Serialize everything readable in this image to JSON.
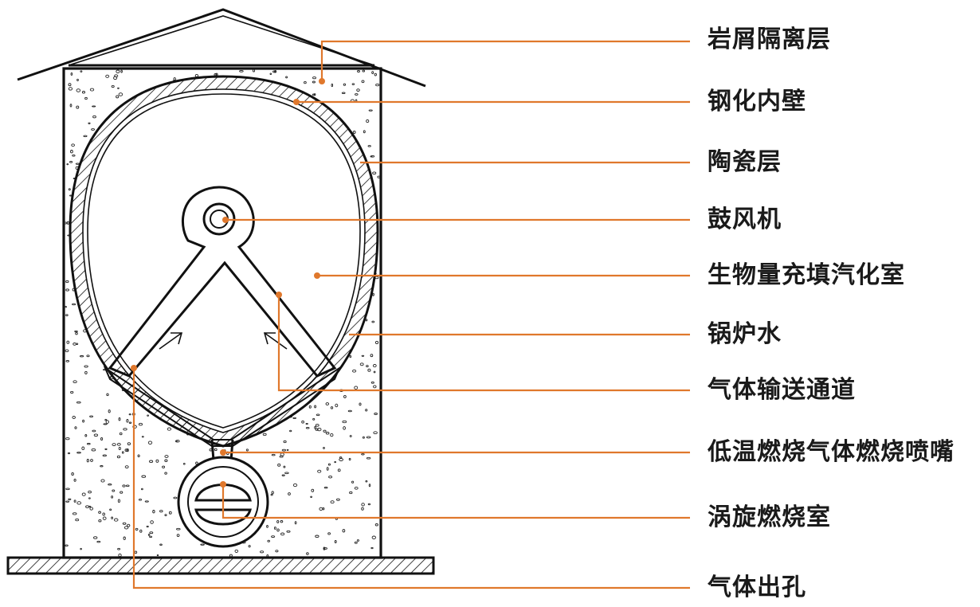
{
  "labels": [
    {
      "id": "rock-dust-insulation",
      "text": "岩屑隔离层"
    },
    {
      "id": "steel-inner-wall",
      "text": "钢化内壁"
    },
    {
      "id": "ceramic-layer",
      "text": "陶瓷层"
    },
    {
      "id": "blower",
      "text": "鼓风机"
    },
    {
      "id": "biomass-gasification-chamber",
      "text": "生物量充填汽化室"
    },
    {
      "id": "boiler-water",
      "text": "锅炉水"
    },
    {
      "id": "gas-delivery-channel",
      "text": "气体输送通道"
    },
    {
      "id": "low-temp-gas-burner-nozzle",
      "text": "低温燃烧气体燃烧喷嘴"
    },
    {
      "id": "vortex-combustion-chamber",
      "text": "涡旋燃烧室"
    },
    {
      "id": "gas-outlet",
      "text": "气体出孔"
    }
  ],
  "colors": {
    "leader": "#e0782c",
    "ink": "#111111",
    "label_text": "#1a1a1a"
  }
}
